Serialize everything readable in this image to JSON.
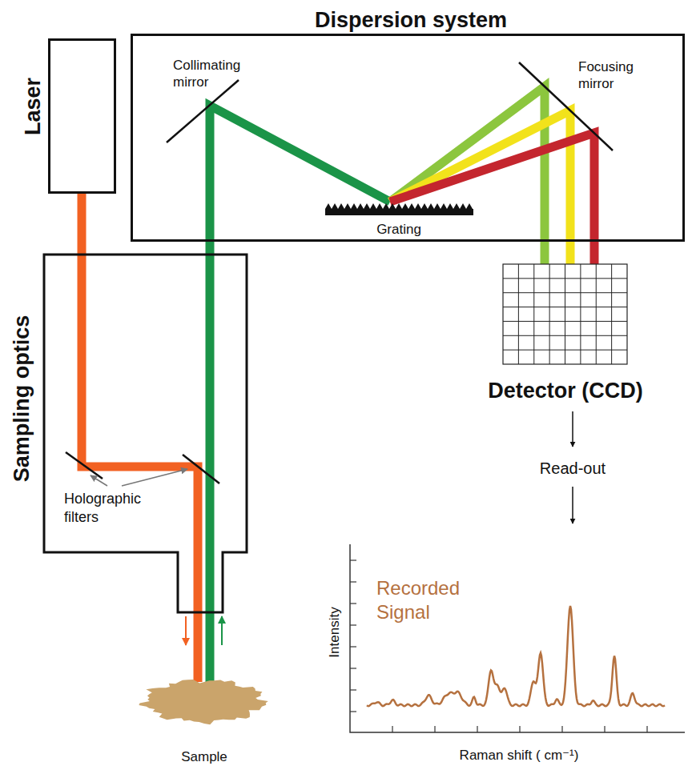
{
  "diagram": {
    "nodes": [
      {
        "text": [
          "Laser"
        ]
      },
      {
        "text": [
          "Dispersion system"
        ]
      },
      {
        "text": [
          "Grating"
        ],
        "in": 1
      },
      {
        "text": [
          "Sampling optics"
        ]
      },
      {
        "text": [
          "Detector (CCD)"
        ]
      },
      {
        "text": [
          "Sample"
        ]
      }
    ],
    "edges": [
      {
        "from": 0,
        "to": 3,
        "arrow": "none"
      },
      {
        "from": 3,
        "to": 1,
        "arrow": "none"
      }
    ],
    "labels": [
      "Collimating mirror",
      "Focusing mirror",
      "Holographic filters",
      "Read-out",
      "Recorded Signal",
      "Intensity",
      "Raman shift ( cm⁻¹)"
    ]
  }
}
